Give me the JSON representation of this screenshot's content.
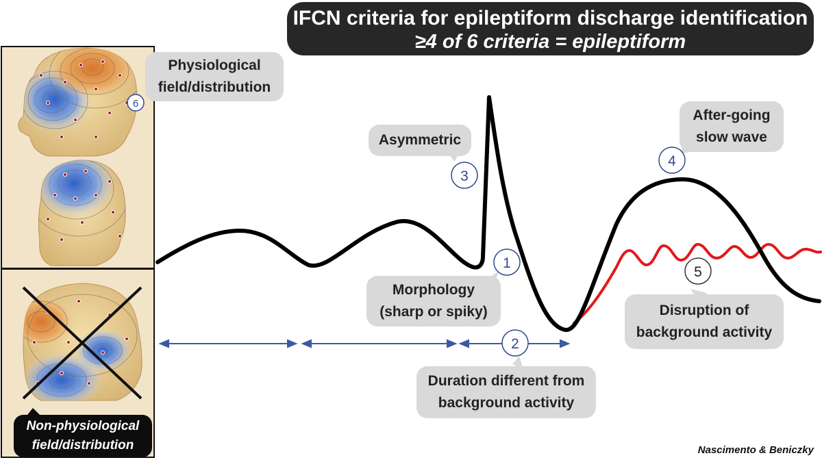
{
  "title": {
    "line1": "IFCN criteria for epileptiform discharge identification",
    "line2": "≥4 of 6 criteria = epileptiform"
  },
  "criteria": [
    {
      "number": "1",
      "label_lines": [
        "Morphology",
        "(sharp or spiky)"
      ]
    },
    {
      "number": "2",
      "label_lines": [
        "Duration different from",
        "background activity"
      ]
    },
    {
      "number": "3",
      "label_lines": [
        "Asymmetric"
      ]
    },
    {
      "number": "4",
      "label_lines": [
        "After-going",
        "slow wave"
      ]
    },
    {
      "number": "5",
      "label_lines": [
        "Disruption of",
        "background activity"
      ]
    },
    {
      "number": "6",
      "label_lines": [
        "Physiological",
        "field/distribution"
      ]
    }
  ],
  "non_physiological": {
    "label_lines": [
      "Non-physiological",
      "field/distribution"
    ]
  },
  "credit": "Nascimento & Beniczky",
  "colors": {
    "title_bg": "#272727",
    "bubble_bg": "#d9d9d9",
    "waveform": "#000000",
    "disruption": "#e01a1a",
    "arrows": "#3b5aa0",
    "panel_bg": "#f2e4c8"
  },
  "icons": {
    "heads": [
      "head-map-lateral-icon",
      "head-map-posterior-icon",
      "head-map-crossed-icon"
    ]
  }
}
